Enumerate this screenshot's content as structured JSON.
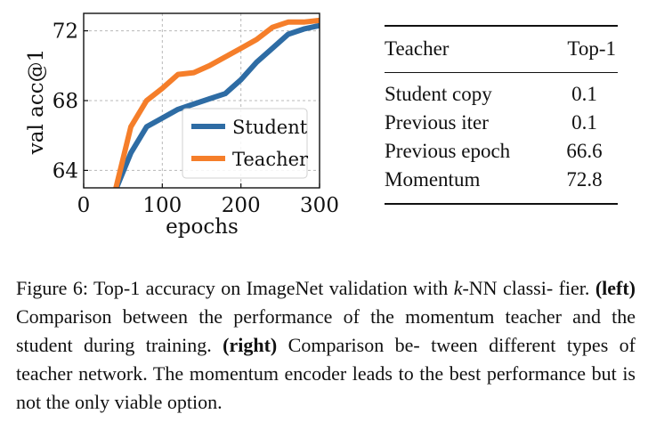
{
  "chart_data": {
    "type": "line",
    "xlabel": "epochs",
    "ylabel": "val acc@1",
    "xlim": [
      0,
      300
    ],
    "ylim": [
      63,
      73
    ],
    "xticks": [
      0,
      100,
      200,
      300
    ],
    "yticks": [
      64,
      68,
      72
    ],
    "grid": true,
    "legend_position": "lower-right",
    "series": [
      {
        "name": "Student",
        "color": "#2e6ca4",
        "x": [
          40,
          60,
          80,
          100,
          120,
          140,
          160,
          180,
          200,
          220,
          240,
          260,
          280,
          300
        ],
        "y": [
          62.8,
          65.0,
          66.5,
          67.0,
          67.5,
          67.8,
          68.1,
          68.4,
          69.2,
          70.2,
          71.0,
          71.8,
          72.1,
          72.3
        ]
      },
      {
        "name": "Teacher",
        "color": "#f57e2a",
        "x": [
          40,
          60,
          80,
          100,
          120,
          140,
          160,
          180,
          200,
          220,
          240,
          260,
          280,
          300
        ],
        "y": [
          62.8,
          66.5,
          68.0,
          68.7,
          69.5,
          69.6,
          70.0,
          70.5,
          71.0,
          71.5,
          72.2,
          72.5,
          72.5,
          72.6
        ]
      }
    ]
  },
  "table": {
    "headers": [
      "Teacher",
      "Top-1"
    ],
    "rows": [
      [
        "Student copy",
        "0.1"
      ],
      [
        "Previous iter",
        "0.1"
      ],
      [
        "Previous epoch",
        "66.6"
      ],
      [
        "Momentum",
        "72.8"
      ]
    ]
  },
  "caption": {
    "prefix": "Figure 6: Top-1 accuracy on ImageNet validation with ",
    "knn_k": "k",
    "knn_rest": "-NN classi- fier. ",
    "left_label": "(left)",
    "left_text": " Comparison between the performance of the momentum teacher and the student during training. ",
    "right_label": "(right)",
    "right_text": " Comparison be- tween different types of teacher network. The momentum encoder leads to the best performance but is not the only viable option."
  }
}
